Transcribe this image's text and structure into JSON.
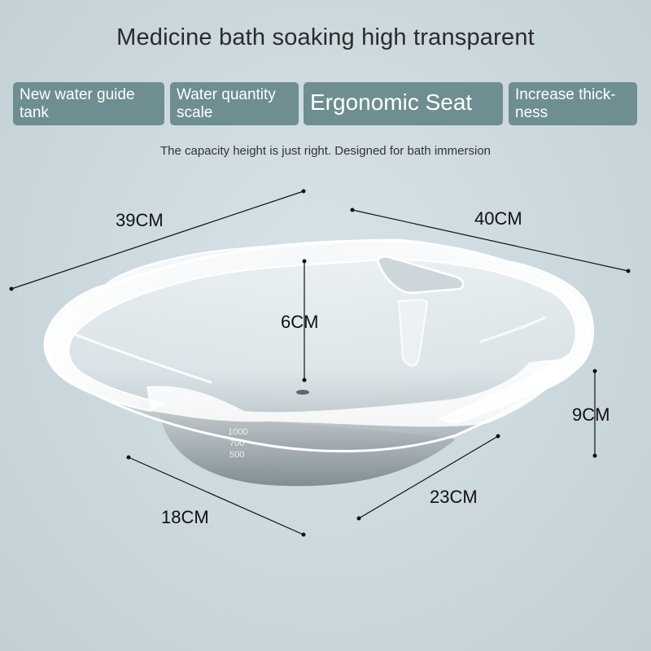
{
  "header": {
    "title": "Medicine bath soaking high transparent",
    "subtitle": "The capacity height is just right. Designed for bath immersion"
  },
  "features": [
    {
      "label": "New water guide tank"
    },
    {
      "label": "Water quantity scale"
    },
    {
      "label": "Ergonomic Seat"
    },
    {
      "label": "Increase thick-ness"
    }
  ],
  "dimensions": {
    "width_left": "39CM",
    "width_right": "40CM",
    "depth": "6CM",
    "height": "9CM",
    "base_left": "18CM",
    "base_right": "23CM"
  },
  "scale_marks": [
    "1000",
    "700",
    "500"
  ],
  "colors": {
    "background": "#cbd8de",
    "tag_fill": "#6e8e91",
    "tag_text": "#ffffff",
    "dimension_line": "#111111"
  }
}
